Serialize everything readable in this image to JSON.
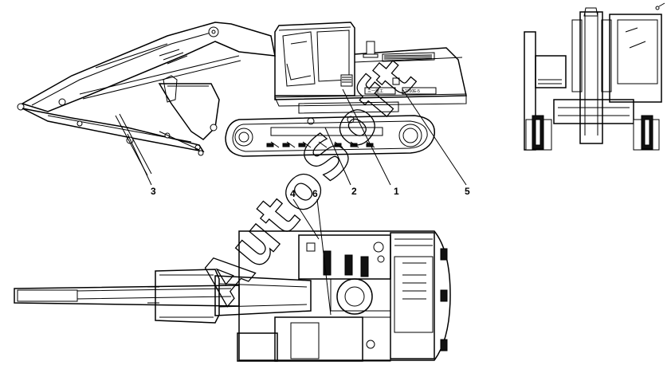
{
  "callouts": {
    "c1": "1",
    "c2": "2",
    "c3": "3",
    "c4": "4",
    "c5": "5",
    "c6": "6"
  },
  "watermark": {
    "text": "AutoSoft",
    "color": "#000000"
  },
  "decals": {
    "model_plate": "2700E-5",
    "brand_plate": "三一重工"
  }
}
